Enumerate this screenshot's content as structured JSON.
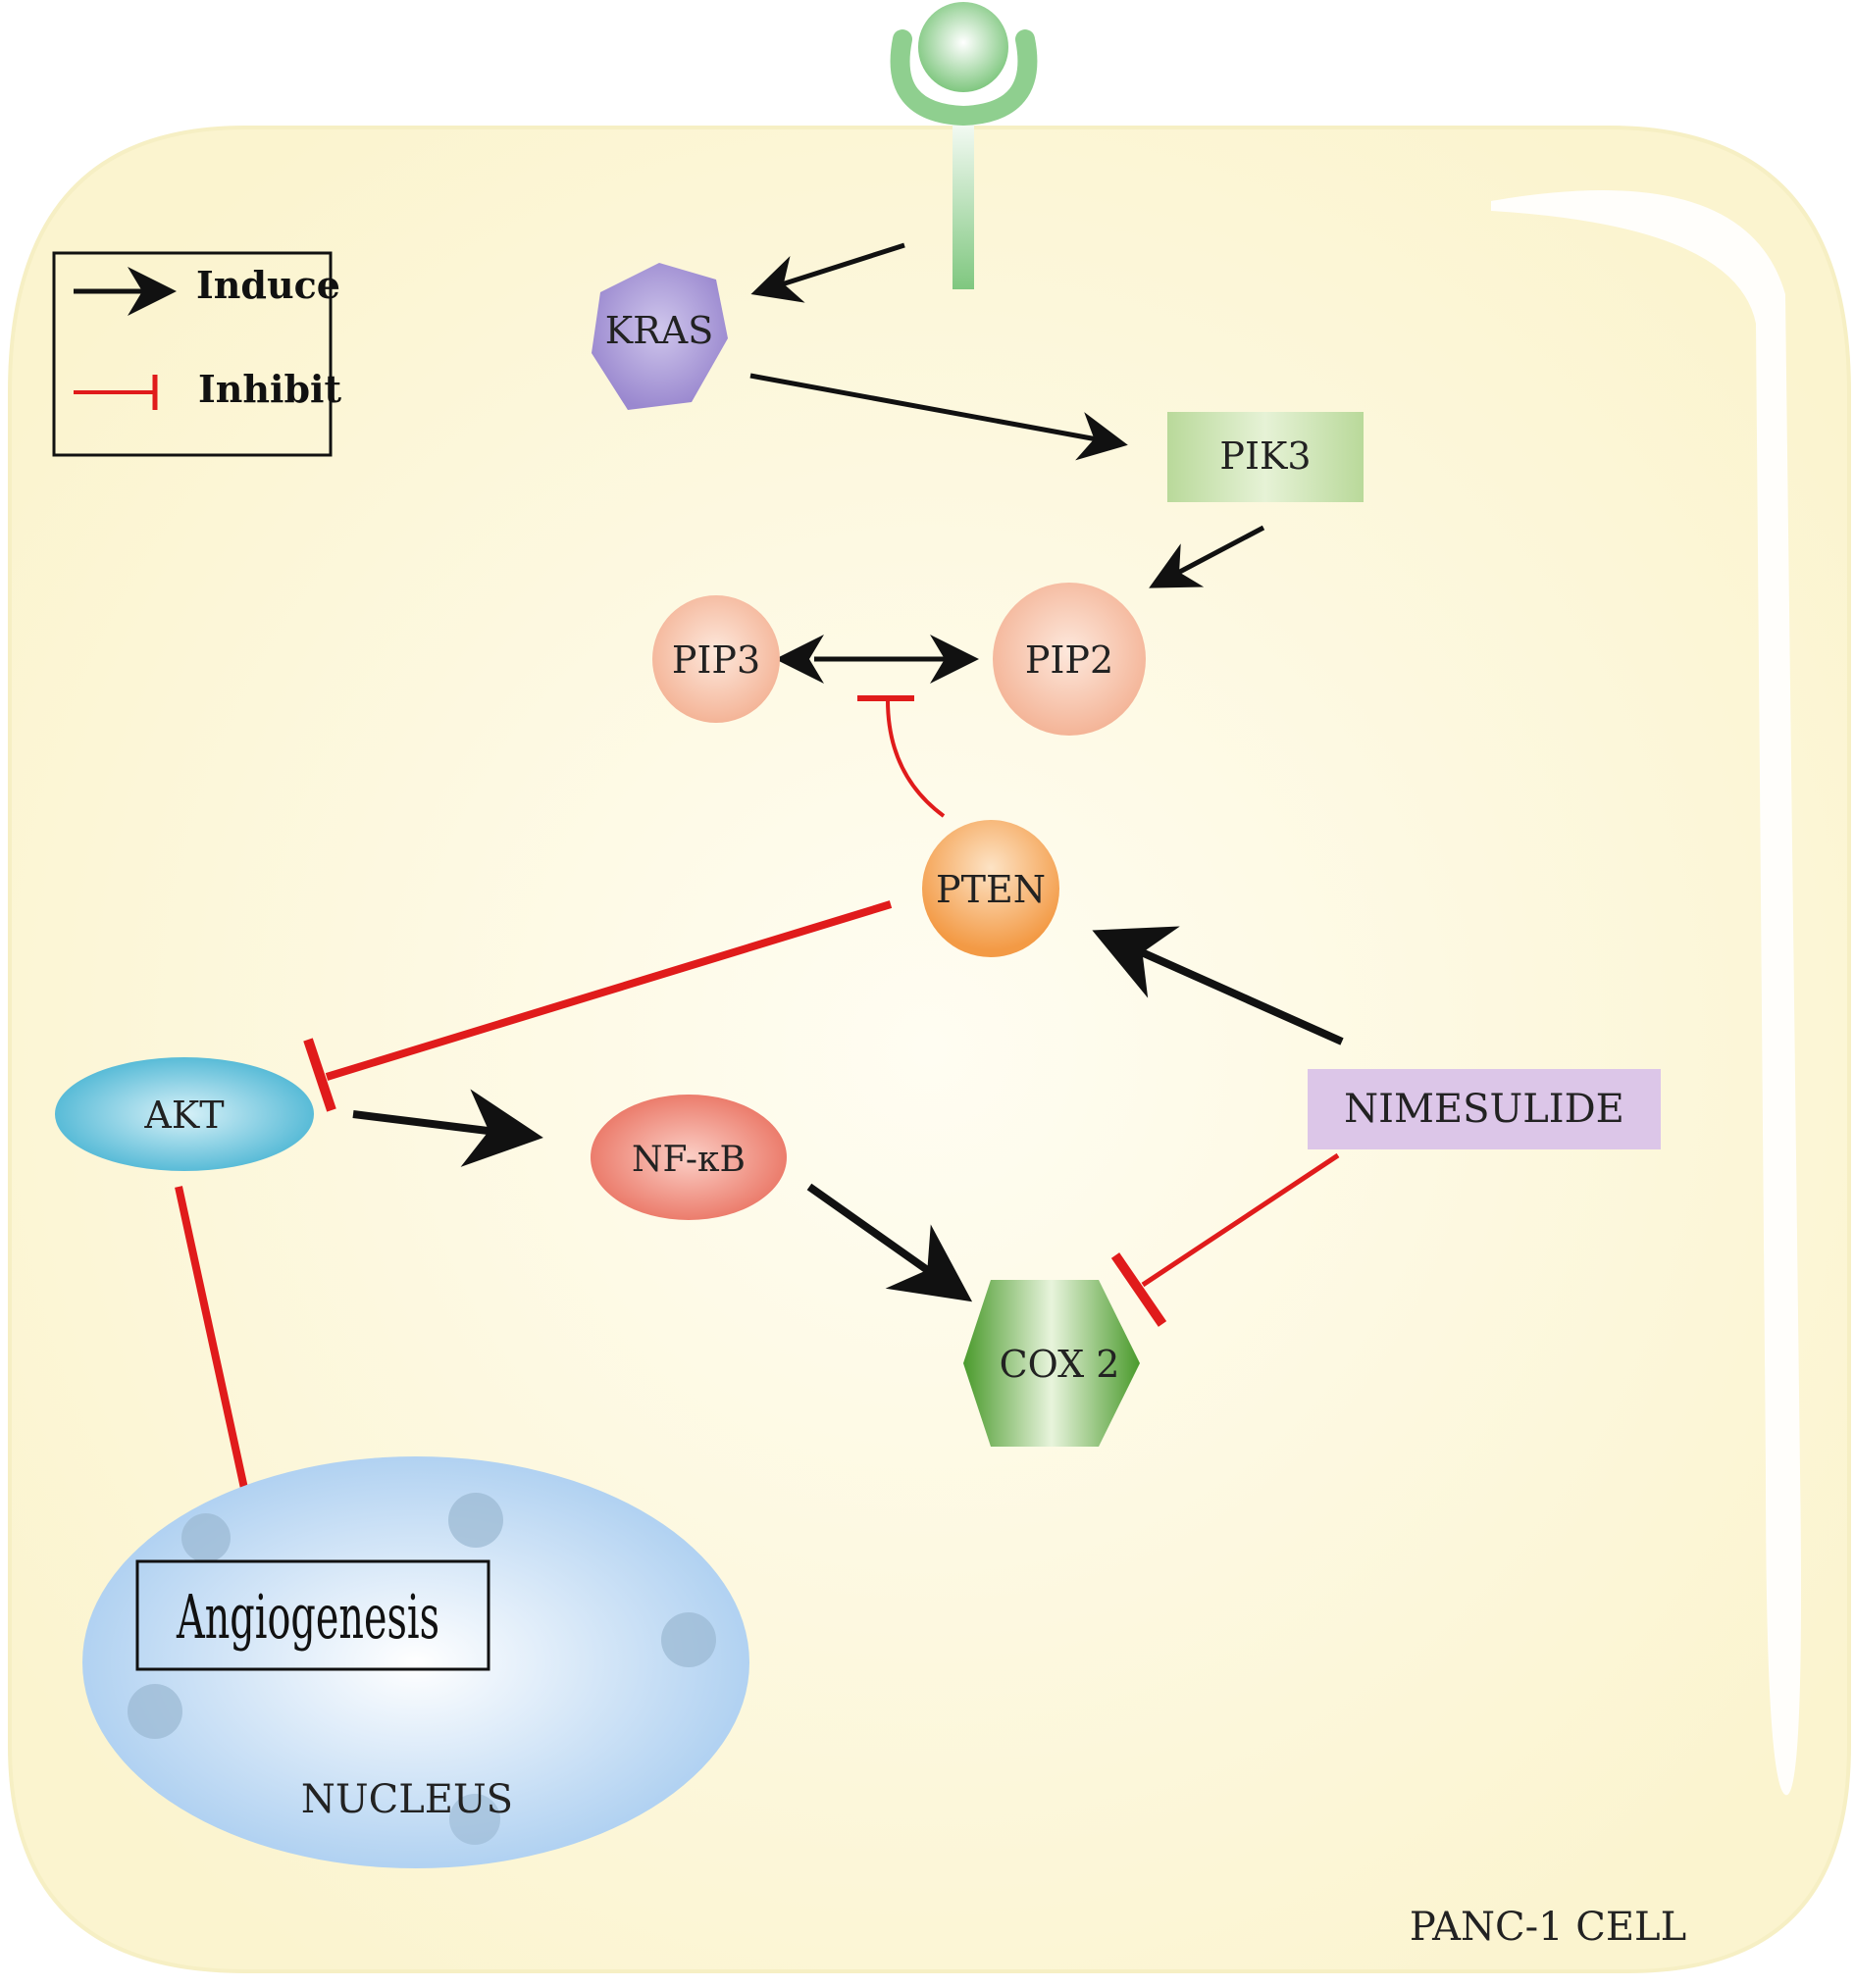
{
  "legend": {
    "induce_label": "Induce",
    "inhibit_label": "Inhibit"
  },
  "nodes": {
    "kras": "KRAS",
    "pik3": "PIK3",
    "pip3": "PIP3",
    "pip2": "PIP2",
    "pten": "PTEN",
    "akt": "AKT",
    "nfkb": "NF-κB",
    "cox2": "COX 2",
    "nimesulide": "NIMESULIDE",
    "angiogenesis": "Angiogenesis",
    "nucleus": "NUCLEUS"
  },
  "cell_label": "PANC-1 CELL",
  "colors": {
    "cell_fill": "#fbf6d6",
    "induce": "#111111",
    "inhibit": "#e01b1b",
    "kras": "#a99ad6",
    "pik3": "#c6e0ae",
    "pip": "#f6c1a8",
    "pten": "#f5a455",
    "akt": "#5cc2dc",
    "nfkb": "#ee8272",
    "cox2": "#5aa83a",
    "nimesulide": "#dcc6e8",
    "nucleus": "#b6d6f2",
    "receptor": "#8fcf8f"
  }
}
